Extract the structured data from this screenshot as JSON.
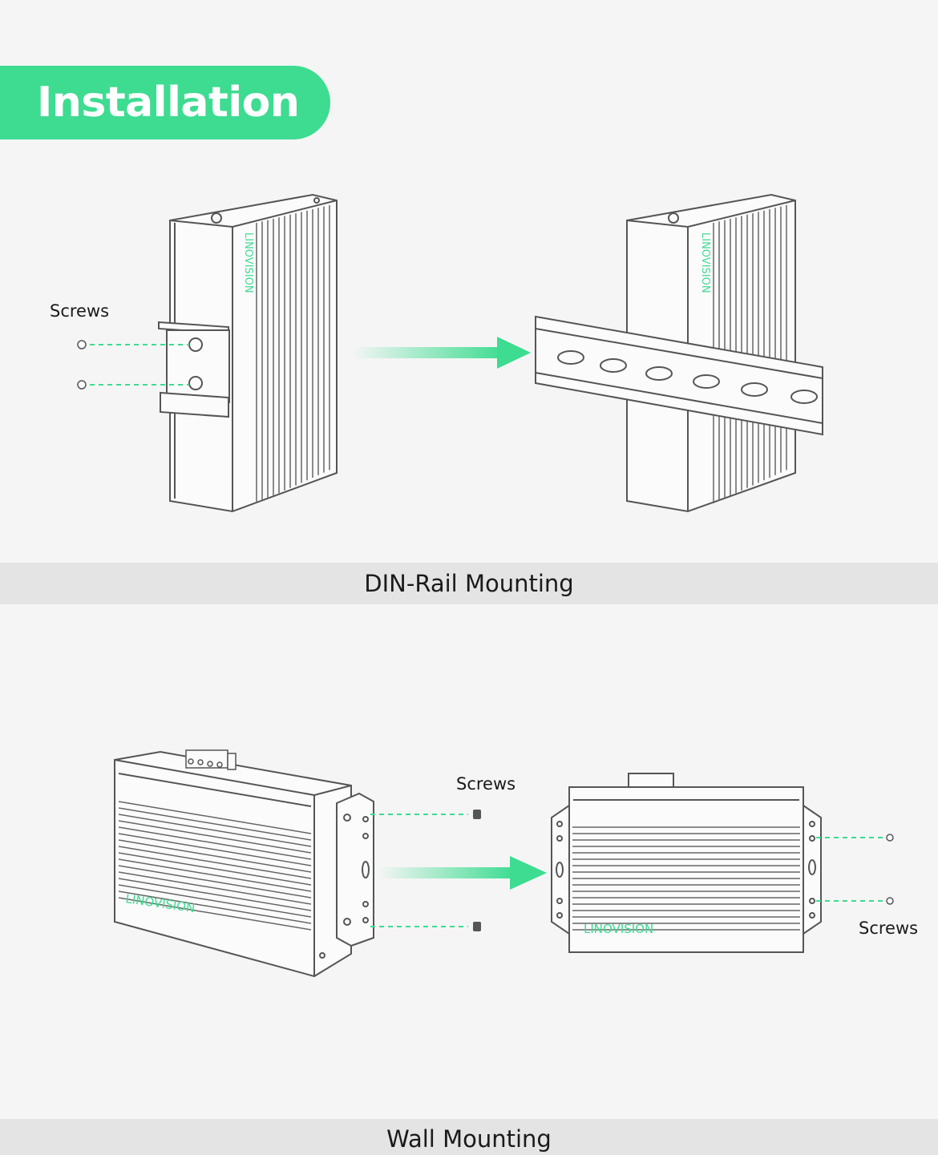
{
  "heading": "Installation",
  "brand_logo_text": "LINOVISION",
  "din_rail": {
    "title": "DIN-Rail Mounting",
    "screws_label": "Screws"
  },
  "wall": {
    "title": "Wall Mounting",
    "screws_label_top": "Screws",
    "screws_label_right": "Screws"
  },
  "colors": {
    "accent_green": "#3ddc91",
    "line": "#555555",
    "band": "#e4e4e4",
    "background": "#f5f5f5"
  }
}
